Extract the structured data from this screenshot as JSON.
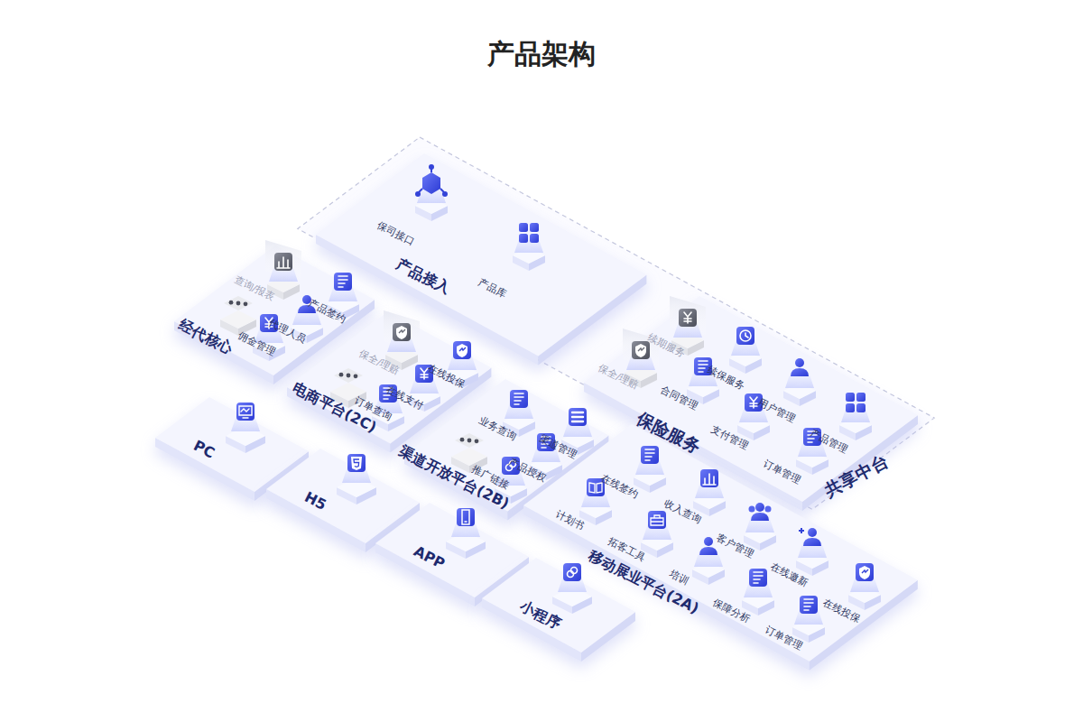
{
  "diagram": {
    "title": "产品架构",
    "nodes": [
      {
        "text": [
          "共享中台"
        ]
      },
      {
        "text": [
          "产品接入"
        ],
        "in": 0
      },
      {
        "text": [
          "保司接口"
        ],
        "in": 1
      },
      {
        "text": [
          "产品库"
        ],
        "in": 1
      },
      {
        "text": [
          "保险服务"
        ],
        "in": 0
      },
      {
        "text": [
          "保全/理赔"
        ],
        "in": 4
      },
      {
        "text": [
          "续期服务"
        ],
        "in": 4
      },
      {
        "text": [
          "续保服务"
        ],
        "in": 4
      },
      {
        "text": [
          "合同管理"
        ],
        "in": 4
      },
      {
        "text": [
          "用户管理"
        ],
        "in": 4
      },
      {
        "text": [
          "支付管理"
        ],
        "in": 4
      },
      {
        "text": [
          "产品管理"
        ],
        "in": 4
      },
      {
        "text": [
          "订单管理"
        ],
        "in": 4
      },
      {
        "text": [
          "经代核心"
        ]
      },
      {
        "text": [
          "查询/报表"
        ],
        "in": 13
      },
      {
        "text": [
          "产品签约"
        ],
        "in": 13
      },
      {
        "text": [
          "代理人员"
        ],
        "in": 13
      },
      {
        "text": [
          "佣金管理"
        ],
        "in": 13
      },
      {
        "text": [
          "电商平台(2C)"
        ]
      },
      {
        "text": [
          "保全/理赔"
        ],
        "in": 18
      },
      {
        "text": [
          "在线投保"
        ],
        "in": 18
      },
      {
        "text": [
          "在线支付"
        ],
        "in": 18
      },
      {
        "text": [
          "订单查询"
        ],
        "in": 18
      },
      {
        "text": [
          "渠道开放平台(2B)"
        ]
      },
      {
        "text": [
          "业务查询"
        ],
        "in": 23
      },
      {
        "text": [
          "渠道管理"
        ],
        "in": 23
      },
      {
        "text": [
          "产品授权"
        ],
        "in": 23
      },
      {
        "text": [
          "推广链接"
        ],
        "in": 23
      },
      {
        "text": [
          "PC"
        ]
      },
      {
        "text": [
          "H5"
        ]
      },
      {
        "text": [
          "APP"
        ]
      },
      {
        "text": [
          "小程序"
        ]
      },
      {
        "text": [
          "移动展业平台(2A)"
        ]
      },
      {
        "text": [
          "计划书"
        ],
        "in": 32
      },
      {
        "text": [
          "在线签约"
        ],
        "in": 32
      },
      {
        "text": [
          "收入查询"
        ],
        "in": 32
      },
      {
        "text": [
          "拓客工具"
        ],
        "in": 32
      },
      {
        "text": [
          "客户管理"
        ],
        "in": 32
      },
      {
        "text": [
          "培训"
        ],
        "in": 32
      },
      {
        "text": [
          "在线邀新"
        ],
        "in": 32
      },
      {
        "text": [
          "保障分析"
        ],
        "in": 32
      },
      {
        "text": [
          "在线投保"
        ],
        "in": 32
      },
      {
        "text": [
          "订单管理"
        ],
        "in": 32
      }
    ]
  }
}
